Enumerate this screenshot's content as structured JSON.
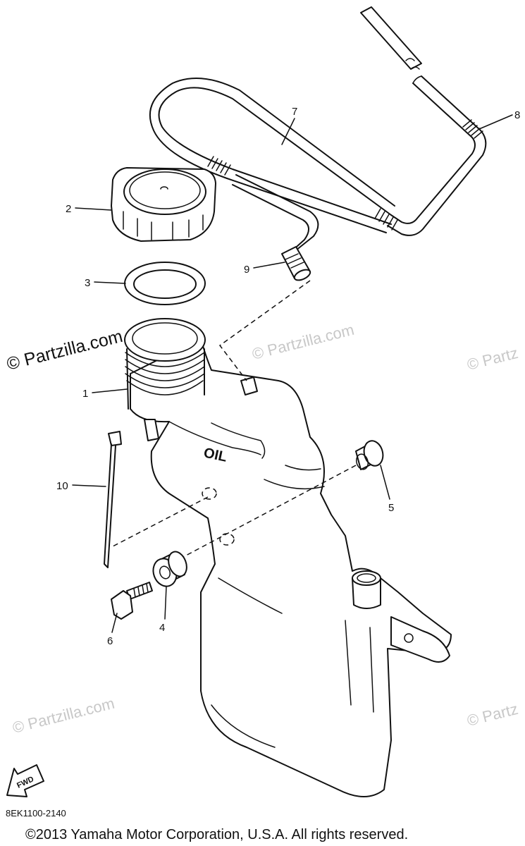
{
  "watermarks": {
    "main": "© Partzilla.com",
    "faint": "© Partzilla.com",
    "edge": "© Partz"
  },
  "callouts": [
    {
      "id": "1",
      "label": "1"
    },
    {
      "id": "2",
      "label": "2"
    },
    {
      "id": "3",
      "label": "3"
    },
    {
      "id": "4",
      "label": "4"
    },
    {
      "id": "5",
      "label": "5"
    },
    {
      "id": "6",
      "label": "6"
    },
    {
      "id": "7",
      "label": "7"
    },
    {
      "id": "8",
      "label": "8"
    },
    {
      "id": "9",
      "label": "9"
    },
    {
      "id": "10",
      "label": "10"
    }
  ],
  "tank_marking": "OIL",
  "fwd_label": "FWD",
  "diagram_code": "8EK1100-2140",
  "copyright": "©2013  Yamaha Motor Corporation, U.S.A. All rights reserved."
}
